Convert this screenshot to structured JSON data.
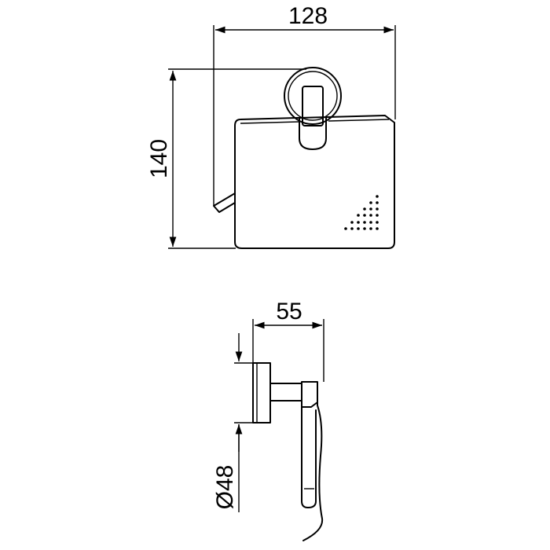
{
  "drawing": {
    "front_view": {
      "width_label": "128",
      "height_label": "140"
    },
    "side_view": {
      "depth_label": "55",
      "diameter_label": "Ø48"
    }
  }
}
